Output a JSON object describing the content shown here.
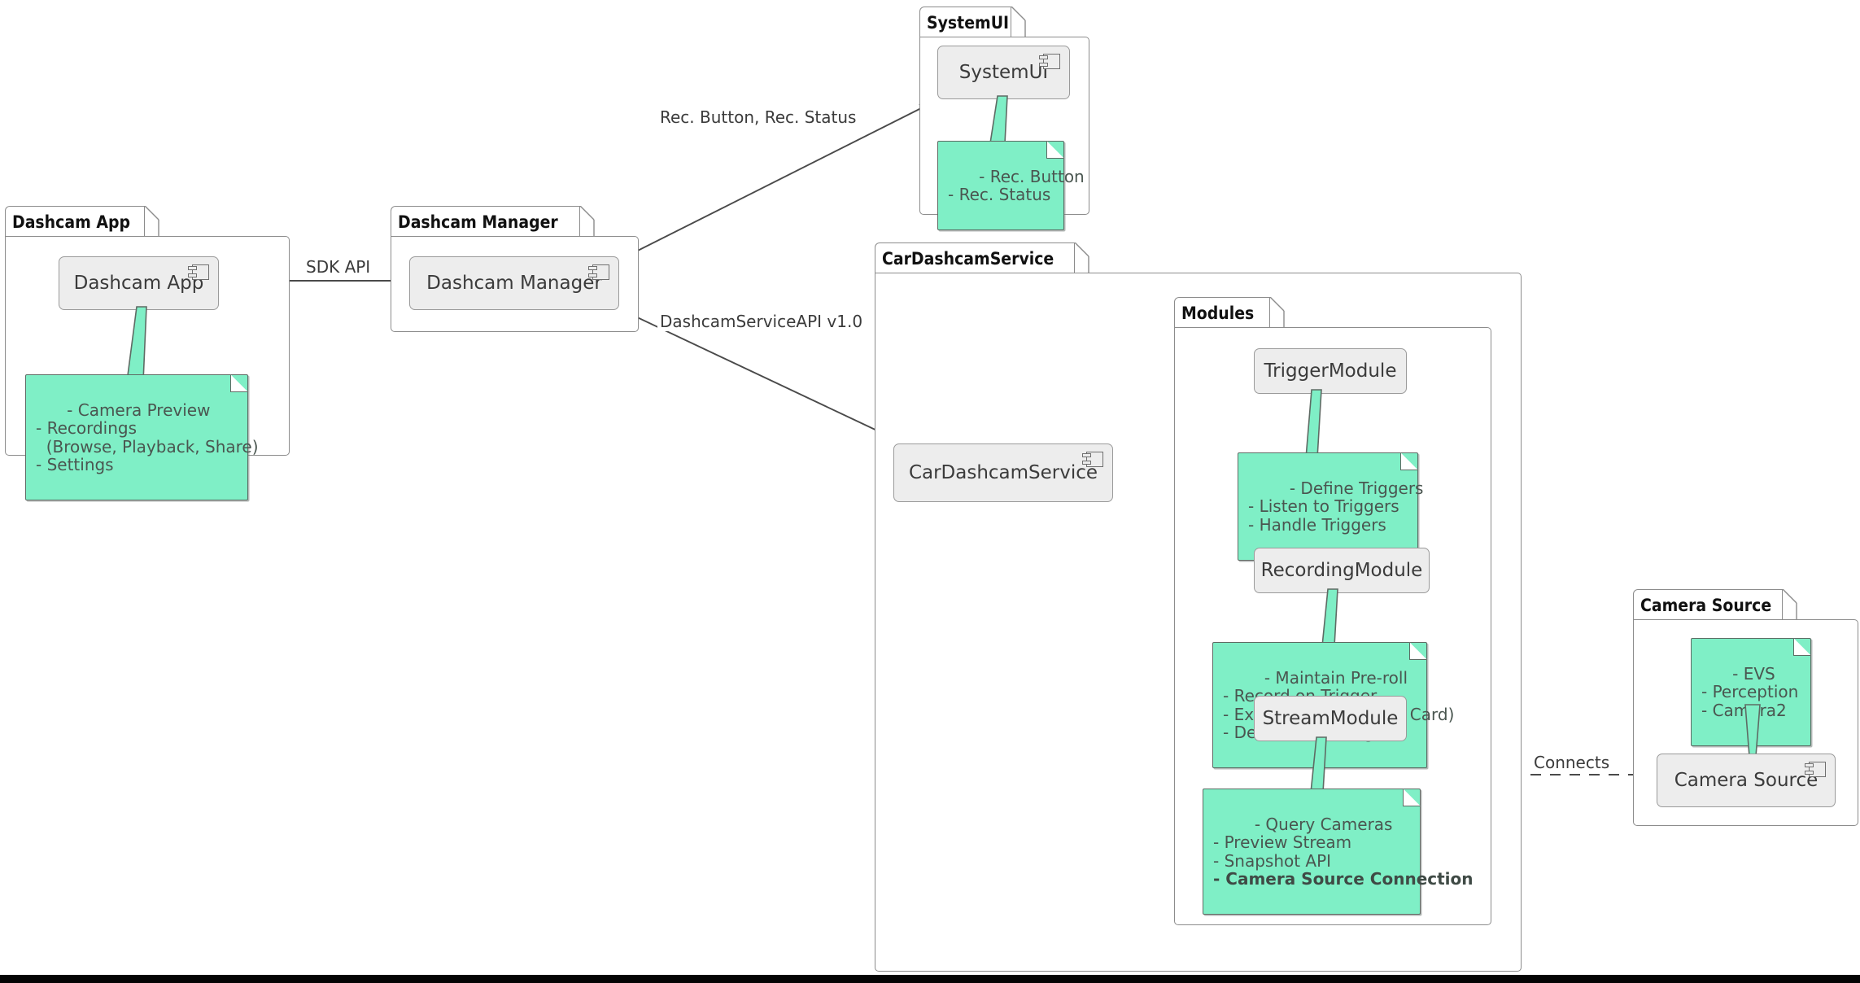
{
  "diagram": {
    "type": "uml-component-diagram",
    "background": "#ffffff",
    "note_color": "#7FEFC6",
    "component_color": "#EDEDED",
    "border_color": "#8C8C8C"
  },
  "packages": [
    {
      "id": "dashcam-app",
      "title": "Dashcam App",
      "component": {
        "label": "Dashcam App",
        "icon": "component-icon"
      },
      "note": {
        "lines": [
          "- Camera Preview",
          "- Recordings",
          "  (Browse, Playback, Share)",
          "- Settings"
        ],
        "bold_lines": []
      }
    },
    {
      "id": "dashcam-manager",
      "title": "Dashcam Manager",
      "component": {
        "label": "Dashcam Manager",
        "icon": "component-icon"
      },
      "note": null
    },
    {
      "id": "systemui",
      "title": "SystemUI",
      "component": {
        "label": "SystemUI",
        "icon": "component-icon"
      },
      "note": {
        "lines": [
          "- Rec. Button",
          "- Rec. Status"
        ],
        "bold_lines": []
      }
    },
    {
      "id": "cardashcamservice",
      "title": "CarDashcamService",
      "component": {
        "label": "CarDashcamService",
        "icon": "component-icon"
      },
      "note": null
    },
    {
      "id": "modules",
      "title": "Modules",
      "component": null,
      "note": null
    },
    {
      "id": "camera-source",
      "title": "Camera Source",
      "component": {
        "label": "Camera Source",
        "icon": "component-icon"
      },
      "note": {
        "lines": [
          "- EVS",
          "- Perception",
          "- Camera2"
        ],
        "bold_lines": []
      }
    }
  ],
  "modules": [
    {
      "id": "trigger-module",
      "label": "TriggerModule",
      "note": {
        "lines": [
          "- Define Triggers",
          "- Listen to Triggers",
          "- Handle Triggers"
        ],
        "bold_lines": []
      }
    },
    {
      "id": "recording-module",
      "label": "RecordingModule",
      "note": {
        "lines": [
          "- Maintain Pre-roll",
          "- Record on Trigger",
          "- External Storage (SD Card)",
          "- Delete Recordings"
        ],
        "bold_lines": []
      }
    },
    {
      "id": "stream-module",
      "label": "StreamModule",
      "note": {
        "lines": [
          "- Query Cameras",
          "- Preview Stream",
          "- Snapshot API",
          "- Camera Source Connection"
        ],
        "bold_lines": [
          "- Camera Source Connection"
        ]
      }
    }
  ],
  "edges": [
    {
      "id": "edge-sdk-api",
      "label": "SDK API",
      "from": "Dashcam App",
      "to": "Dashcam Manager",
      "style": "solid-arrow"
    },
    {
      "id": "edge-rec-button-status",
      "label": "Rec. Button, Rec. Status",
      "from": "Dashcam Manager",
      "to": "SystemUI",
      "style": "solid-arrow"
    },
    {
      "id": "edge-dashcam-service-api",
      "label": "DashcamServiceAPI v1.0",
      "from": "Dashcam Manager",
      "to": "CarDashcamService",
      "style": "solid-arrow"
    },
    {
      "id": "edge-to-trigger",
      "label": "",
      "from": "CarDashcamService",
      "to": "TriggerModule",
      "style": "solid-arrow"
    },
    {
      "id": "edge-to-recording",
      "label": "",
      "from": "CarDashcamService",
      "to": "RecordingModule",
      "style": "solid-arrow"
    },
    {
      "id": "edge-to-stream",
      "label": "",
      "from": "CarDashcamService",
      "to": "StreamModule",
      "style": "solid-arrow-curved"
    },
    {
      "id": "edge-connects",
      "label": "Connects",
      "from": "StreamModule",
      "to": "Camera Source",
      "style": "dashed"
    }
  ],
  "labels": {
    "sdk_api": "SDK API",
    "rec_button_status": "Rec. Button, Rec. Status",
    "dashcam_service_api": "DashcamServiceAPI v1.0",
    "connects": "Connects"
  }
}
